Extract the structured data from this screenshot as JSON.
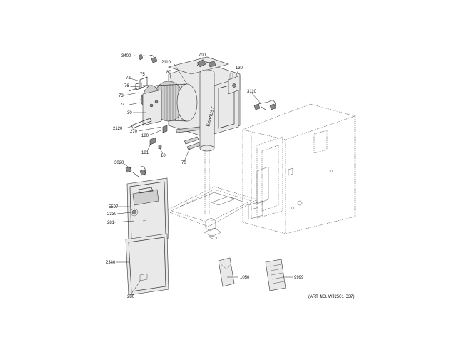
{
  "callouts": {
    "c3400": "3400",
    "c700": "700",
    "c2110": "2110",
    "c80": "80",
    "c72": "72",
    "c75": "75",
    "c76": "76",
    "c73": "73",
    "c74": "74",
    "c30": "30",
    "c2120": "2120",
    "c270": "270",
    "c180": "180",
    "c181": "181",
    "c10": "10",
    "c70": "70",
    "c130": "130",
    "c3110": "3110",
    "c3020": "3020",
    "c5597": "5597",
    "c2330": "2330",
    "c281": "281",
    "c2340": "2340",
    "c280": "280",
    "c1050": "1050",
    "c9999": "9999"
  },
  "art_number": "(ART NO. WJ2501 C37)",
  "pipe_text": "EXHAUST"
}
